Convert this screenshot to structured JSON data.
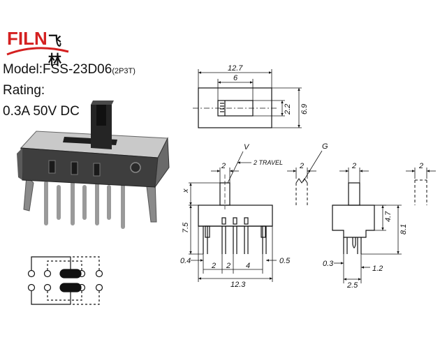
{
  "brand": {
    "name_latin": "FILN",
    "name_chinese": "飞林",
    "accent_color": "#d42020"
  },
  "spec": {
    "model_label": "Model:",
    "model_value": "FSS-23D06",
    "model_note": "(2P3T)",
    "rating_label": "Rating:",
    "rating_value": "0.3A  50V  DC"
  },
  "top_view": {
    "dims": [
      "12.7",
      "6",
      "2.2",
      "6.9"
    ]
  },
  "front_view": {
    "dims": [
      "V",
      "2",
      "2 TRAVEL",
      "x",
      "7.5",
      "0.4",
      "2",
      "2",
      "4",
      "0.5",
      "12.3"
    ]
  },
  "detail_g": {
    "dims": [
      "G",
      "2"
    ]
  },
  "side_view": {
    "dims": [
      "2",
      "4.7",
      "8.1",
      "0.3",
      "1.2",
      "2.5"
    ]
  },
  "detail_right": {
    "dims": [
      "2"
    ]
  }
}
